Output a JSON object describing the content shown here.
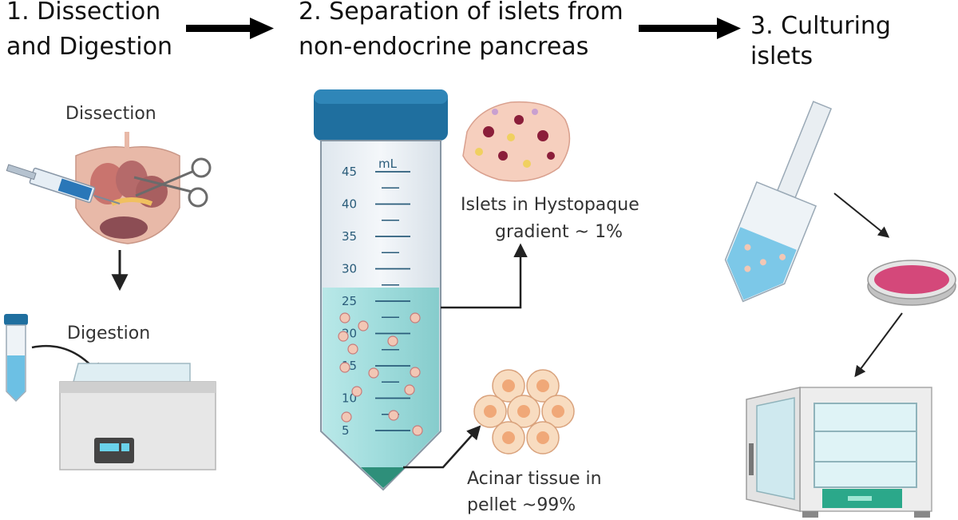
{
  "steps": {
    "step1_line1": "1. Dissection",
    "step1_line2": "and Digestion",
    "step2_line1": "2. Separation of islets from",
    "step2_line2": "non-endocrine pancreas",
    "step3": "3. Culturing islets"
  },
  "labels": {
    "dissection": "Dissection",
    "digestion": "Digestion",
    "islets_line1": "Islets in Hystopaque",
    "islets_line2": "gradient ~ 1%",
    "acinar_line1": "Acinar tissue in",
    "acinar_line2": "pellet ~99%"
  },
  "tube": {
    "unit": "mL",
    "ticks": [
      "45",
      "40",
      "35",
      "30",
      "25",
      "20",
      "15",
      "10",
      "5"
    ]
  },
  "colors": {
    "cap": "#1f6f9f",
    "liquid": "#9fdcdc",
    "pellet": "#2e8f7a",
    "dish": "#d4487a",
    "cells": "#f3c9a0"
  }
}
